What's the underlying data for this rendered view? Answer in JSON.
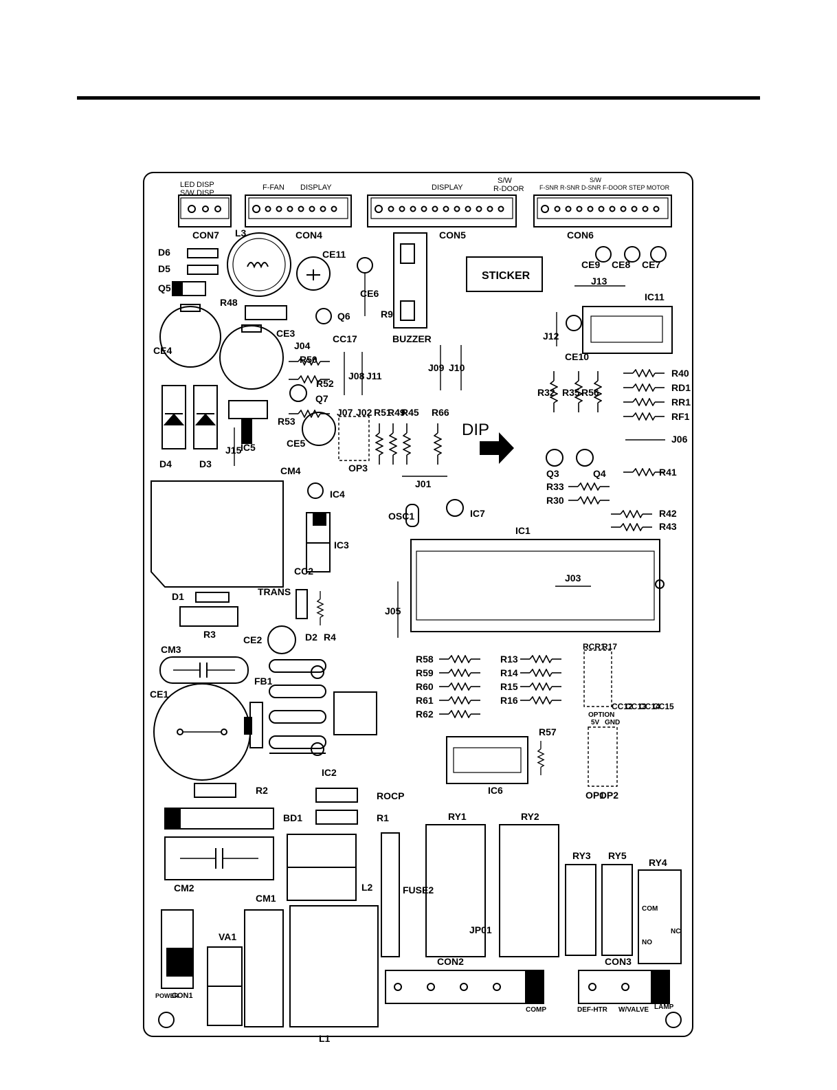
{
  "connectors_top": {
    "con7": {
      "label": "CON7",
      "top1": "S/W",
      "top2": "DISP",
      "top3": "LED",
      "top4": "DISP"
    },
    "con4": {
      "label": "CON4",
      "top1": "DISPLAY",
      "top2": "F-FAN"
    },
    "con5": {
      "label": "CON5",
      "top1": "DISPLAY",
      "top2": "S/W",
      "top3": "R-DOOR"
    },
    "con6": {
      "label": "CON6",
      "top1": "F-SNR R-SNR D-SNR F-DOOR STEP MOTOR",
      "top2": "S/W"
    }
  },
  "labels": {
    "l3": "L3",
    "ce11": "CE11",
    "ce6": "CE6",
    "r9": "R9",
    "buzzer": "BUZZER",
    "sticker": "STICKER",
    "ce9": "CE9",
    "ce8": "CE8",
    "ce7": "CE7",
    "j13": "J13",
    "ic11": "IC11",
    "j12": "J12",
    "ce10": "CE10",
    "d6": "D6",
    "d5": "D5",
    "q5": "Q5",
    "r48": "R48",
    "q6": "Q6",
    "ce4": "CE4",
    "ce3": "CE3",
    "j04": "J04",
    "cc17": "CC17",
    "r50": "R50",
    "r52": "R52",
    "j08": "J08",
    "j11": "J11",
    "j09": "J09",
    "j10": "J10",
    "q7": "Q7",
    "r53": "R53",
    "ce5": "CE5",
    "j07": "J07",
    "j02": "J02",
    "op3": "OP3",
    "r51": "R51",
    "r49": "R49",
    "r45": "R45",
    "r66": "R66",
    "dip": "DIP",
    "r32": "R32",
    "r35": "R35",
    "r56": "R56",
    "r40": "R40",
    "rd1": "RD1",
    "rr1": "RR1",
    "rf1": "RF1",
    "j06": "J06",
    "d4": "D4",
    "d3": "D3",
    "j15": "J15",
    "ic5": "IC5",
    "cm4": "CM4",
    "ic4": "IC4",
    "j01": "J01",
    "q3": "Q3",
    "q4": "Q4",
    "r41": "R41",
    "r33": "R33",
    "r30": "R30",
    "r42": "R42",
    "r43": "R43",
    "osc1": "OSC1",
    "ic7": "IC7",
    "ic1": "IC1",
    "ic3": "IC3",
    "cc2": "CC2",
    "trans": "TRANS",
    "j03": "J03",
    "j05": "J05",
    "d1": "D1",
    "r4": "R4",
    "r3": "R3",
    "d2": "D2",
    "ce2": "CE2",
    "cm3": "CM3",
    "fb1": "FB1",
    "ce1": "CE1",
    "ic2": "IC2",
    "r58": "R58",
    "r59": "R59",
    "r60": "R60",
    "r61": "R61",
    "r62": "R62",
    "r13": "R13",
    "r14": "R14",
    "r15": "R15",
    "r16": "R16",
    "rcr1": "RCR1",
    "r17": "R17",
    "cc12": "CC12",
    "cc13": "CC13",
    "cc14": "CC14",
    "cc15": "CC15",
    "option": "OPTION",
    "v5": "5V",
    "gnd": "GND",
    "op1": "OP1",
    "op2": "OP2",
    "r57": "R57",
    "ic6": "IC6",
    "r2": "R2",
    "rocp": "ROCP",
    "r1": "R1",
    "bd1": "BD1",
    "cm2": "CM2",
    "l2": "L2",
    "fuse2": "FUSE2",
    "ry1": "RY1",
    "ry2": "RY2",
    "ry3": "RY3",
    "ry5": "RY5",
    "ry4": "RY4",
    "com": "COM",
    "nc": "NC",
    "no": "NO",
    "jp01": "JP01",
    "con2": "CON2",
    "con3": "CON3",
    "va1": "VA1",
    "cm1": "CM1",
    "l1": "L1",
    "con1": "CON1",
    "power": "POWER",
    "comp": "COMP",
    "defhtr": "DEF-HTR",
    "wvalve": "W/VALVE",
    "lamp": "LAMP"
  }
}
